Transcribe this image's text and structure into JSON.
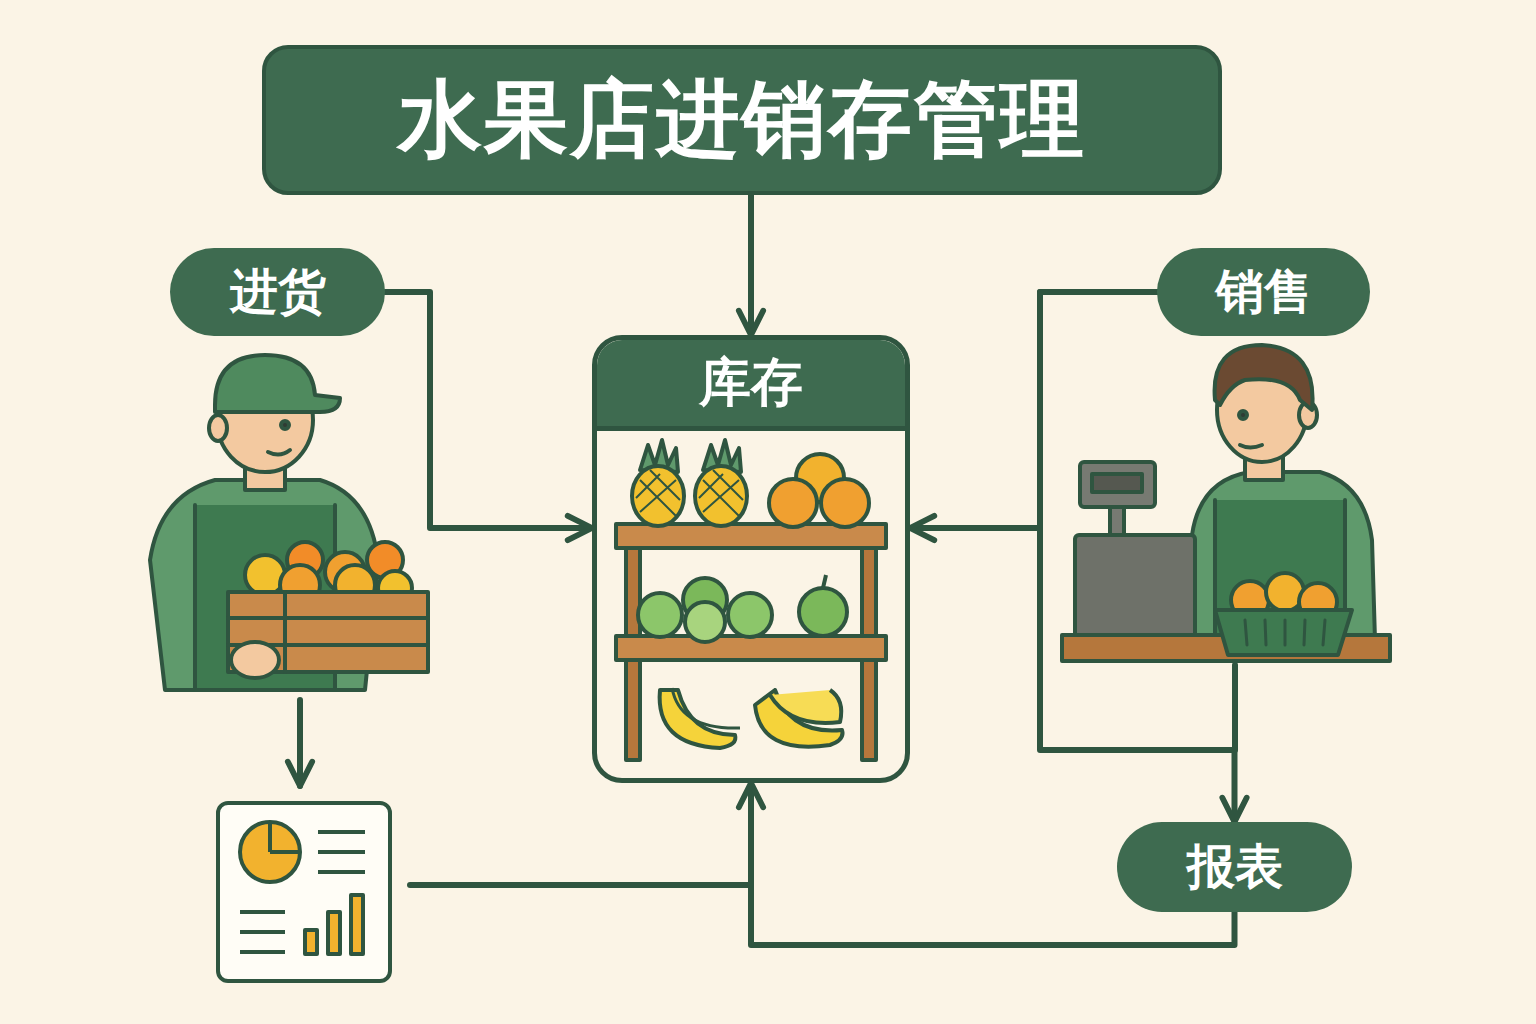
{
  "diagram": {
    "title": "水果店进销存管理",
    "nodes": [
      {
        "text": [
          "水果店进销存管理"
        ]
      },
      {
        "text": [
          "进货"
        ]
      },
      {
        "text": [
          "库存"
        ]
      },
      {
        "text": [
          "销售"
        ]
      },
      {
        "text": [
          "报表"
        ]
      }
    ],
    "edges": [
      {
        "from": 0,
        "to": 2,
        "arrow": "to"
      },
      {
        "from": 1,
        "to": 2,
        "arrow": "to"
      },
      {
        "from": 3,
        "to": 2,
        "arrow": "to"
      },
      {
        "from": 3,
        "to": 4,
        "arrow": "to"
      },
      {
        "from": 4,
        "to": 2,
        "arrow": "to"
      }
    ]
  }
}
